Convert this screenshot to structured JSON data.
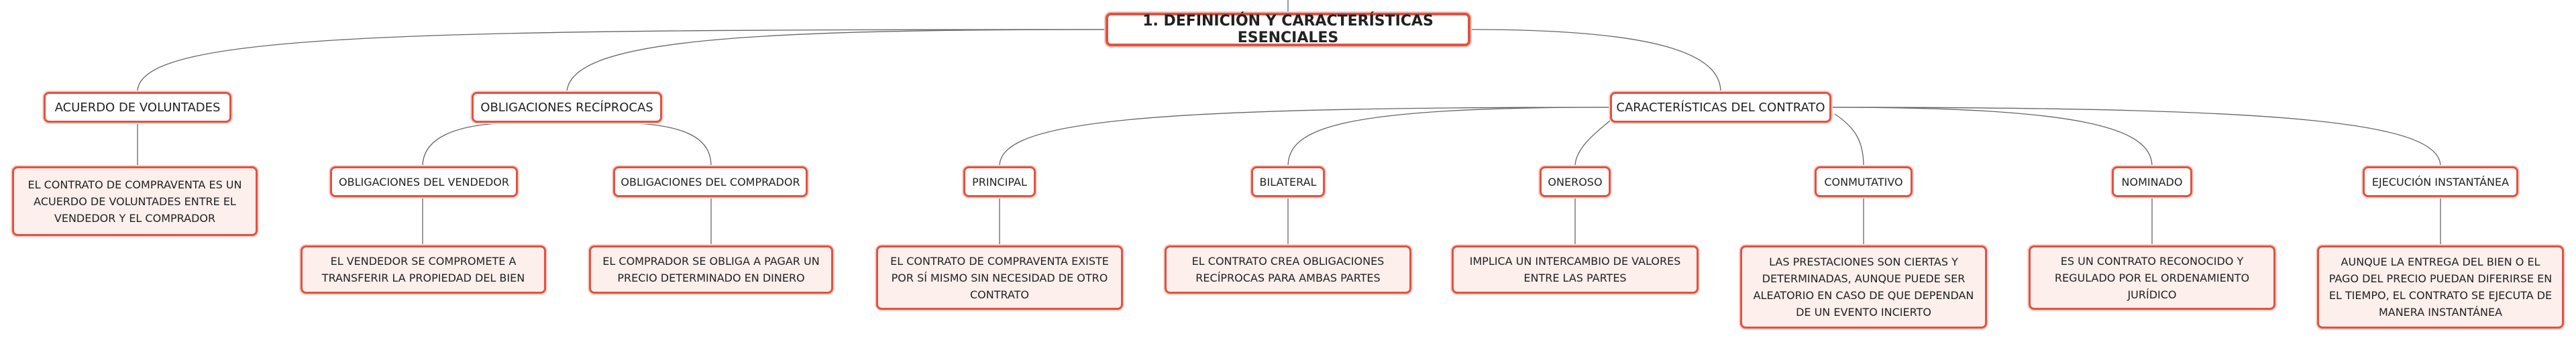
{
  "map": {
    "root": "1. DEFINICIÓN Y CARACTERÍSTICAS ESENCIALES",
    "acuerdo": {
      "label": "ACUERDO DE VOLUNTADES",
      "detail": "EL CONTRATO DE COMPRAVENTA ES UN ACUERDO DE VOLUNTADES ENTRE EL VENDEDOR Y EL COMPRADOR"
    },
    "obligaciones": {
      "label": "OBLIGACIONES RECÍPROCAS",
      "vendedor": {
        "label": "OBLIGACIONES DEL VENDEDOR",
        "detail": "EL VENDEDOR SE COMPROMETE A TRANSFERIR LA PROPIEDAD DEL BIEN"
      },
      "comprador": {
        "label": "OBLIGACIONES DEL COMPRADOR",
        "detail": "EL COMPRADOR SE OBLIGA A PAGAR UN PRECIO DETERMINADO EN DINERO"
      }
    },
    "caracteristicas": {
      "label": "CARACTERÍSTICAS DEL CONTRATO",
      "principal": {
        "label": "PRINCIPAL",
        "detail": "EL CONTRATO DE COMPRAVENTA EXISTE POR SÍ MISMO SIN NECESIDAD DE OTRO CONTRATO"
      },
      "bilateral": {
        "label": "BILATERAL",
        "detail": "EL CONTRATO CREA OBLIGACIONES RECÍPROCAS PARA AMBAS PARTES"
      },
      "oneroso": {
        "label": "ONEROSO",
        "detail": "IMPLICA UN INTERCAMBIO DE VALORES ENTRE LAS PARTES"
      },
      "conmutativo": {
        "label": "CONMUTATIVO",
        "detail": "LAS PRESTACIONES SON CIERTAS Y DETERMINADAS, AUNQUE PUEDE SER ALEATORIO EN CASO DE QUE DEPENDAN DE UN EVENTO INCIERTO"
      },
      "nominado": {
        "label": "NOMINADO",
        "detail": "ES UN CONTRATO RECONOCIDO Y REGULADO POR EL ORDENAMIENTO JURÍDICO"
      },
      "ejecucion": {
        "label": "EJECUCIÓN INSTANTÁNEA",
        "detail": "AUNQUE LA ENTREGA DEL BIEN O EL PAGO DEL PRECIO PUEDAN DIFERIRSE EN EL TIEMPO, EL CONTRATO SE EJECUTA DE MANERA INSTANTÁNEA"
      }
    }
  }
}
